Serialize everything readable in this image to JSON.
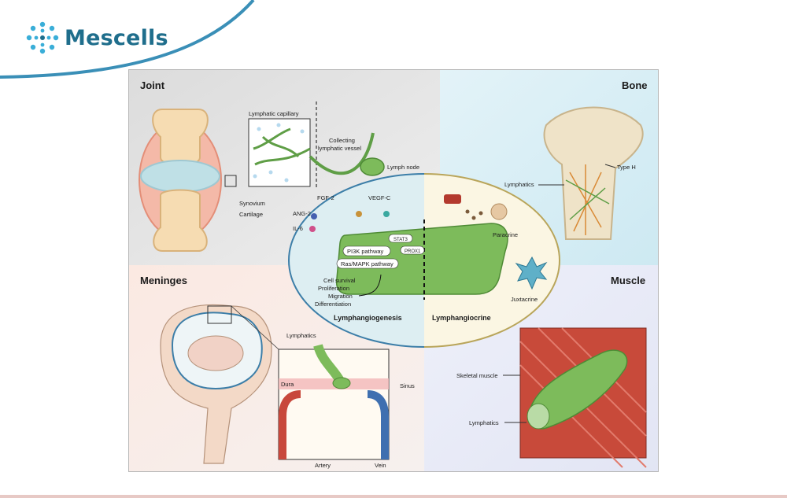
{
  "brand": {
    "name": "Mescells"
  },
  "colors": {
    "brand": "#1f6e8c",
    "accent": "#3aaed8",
    "lymphatic": "#6aa84f"
  },
  "quadrants": {
    "joint": {
      "title": "Joint",
      "labels": [
        "Lymphatic capillary",
        "Collecting",
        "lymphatic vessel",
        "Lymph node",
        "Synovium",
        "Cartilage"
      ]
    },
    "bone": {
      "title": "Bone",
      "labels": [
        "Type H",
        "Lymphatics"
      ]
    },
    "meninges": {
      "title": "Meninges",
      "labels": [
        "Lymphatics",
        "Dura",
        "Sinus",
        "Artery",
        "Vein"
      ]
    },
    "muscle": {
      "title": "Muscle",
      "labels": [
        "Skeletal muscle",
        "Lymphatics"
      ]
    }
  },
  "center": {
    "left_title": "Lymphangiogenesis",
    "right_title": "Lymphangiocrine",
    "factors": [
      "FGF-2",
      "VEGF-C",
      "ANG-2",
      "IL-6"
    ],
    "pathways": [
      "STAT3",
      "PROX1",
      "PI3K pathway",
      "Ras/MAPK pathway"
    ],
    "outcomes": [
      "Cell survival",
      "Proliferation",
      "Migration",
      "Differentiation"
    ],
    "signals": [
      "Paracrine",
      "Juxtacrine"
    ]
  }
}
